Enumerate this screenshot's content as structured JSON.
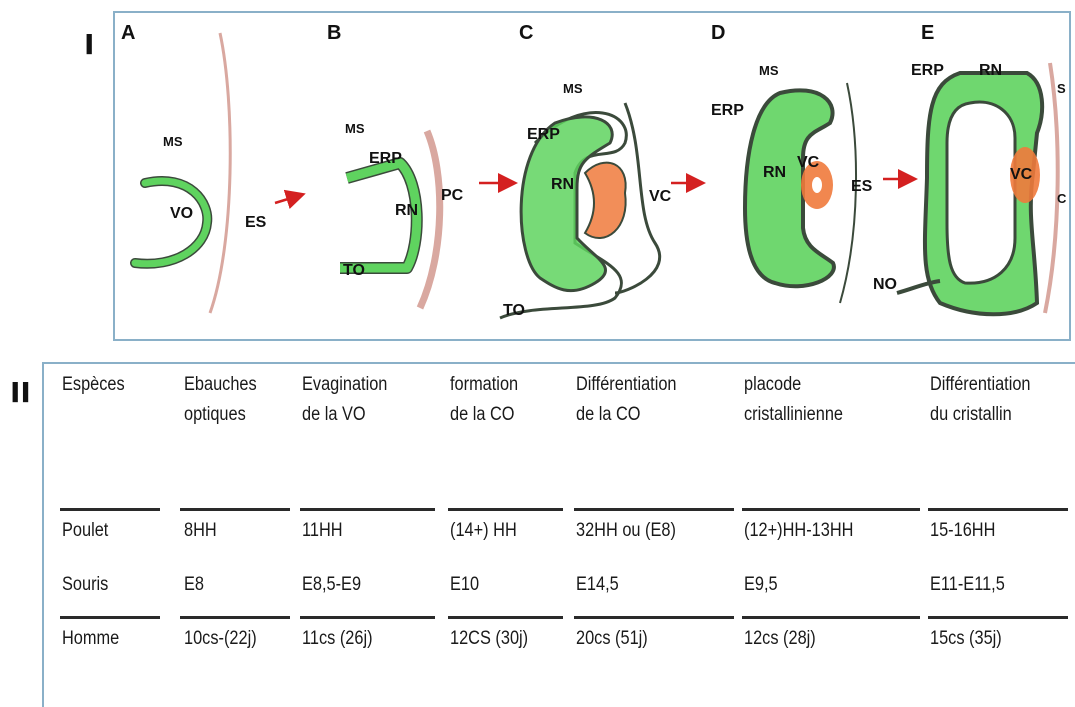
{
  "panel_labels": {
    "panel1": "I",
    "panel2": "II"
  },
  "stages": [
    "A",
    "B",
    "C",
    "D",
    "E"
  ],
  "diagram_labels": {
    "a_ms": "MS",
    "a_vo": "VO",
    "a_es": "ES",
    "b_ms": "MS",
    "b_erp": "ERP",
    "b_rn": "RN",
    "b_pc": "PC",
    "b_to": "TO",
    "c_ms": "MS",
    "c_erp": "ERP",
    "c_rn": "RN",
    "c_vc": "VC",
    "c_to": "TO",
    "d_ms": "MS",
    "d_erp": "ERP",
    "d_rn": "RN",
    "d_vc": "VC",
    "d_es": "ES",
    "e_erp": "ERP",
    "e_rn": "RN",
    "e_vc": "VC",
    "e_no": "NO",
    "e_s": "S",
    "e_c": "C"
  },
  "colors": {
    "retina": "#5fd35f",
    "outline": "#3b4a3b",
    "lens": "#f07a3c",
    "ectoderm": "#d9a8a0",
    "arrow": "#d42020",
    "frame": "#8ab0c8"
  },
  "table": {
    "headers": [
      [
        "Espèces"
      ],
      [
        "Ebauches",
        "optiques"
      ],
      [
        "Evagination",
        "de la VO"
      ],
      [
        "formation",
        "de la CO"
      ],
      [
        "Différentiation",
        "de la CO"
      ],
      [
        "placode",
        "cristallinienne"
      ],
      [
        "Différentiation",
        "du cristallin"
      ]
    ],
    "rows": [
      [
        "Poulet",
        "8HH",
        "11HH",
        "(14+) HH",
        "32HH ou (E8)",
        "(12+)HH-13HH",
        "15-16HH"
      ],
      [
        "Souris",
        "E8",
        "E8,5-E9",
        "E10",
        "E14,5",
        "E9,5",
        "E11-E11,5"
      ],
      [
        "Homme",
        "10cs-(22j)",
        "11cs (26j)",
        "12CS (30j)",
        "20cs (51j)",
        "12cs (28j)",
        "15cs (35j)"
      ]
    ]
  }
}
